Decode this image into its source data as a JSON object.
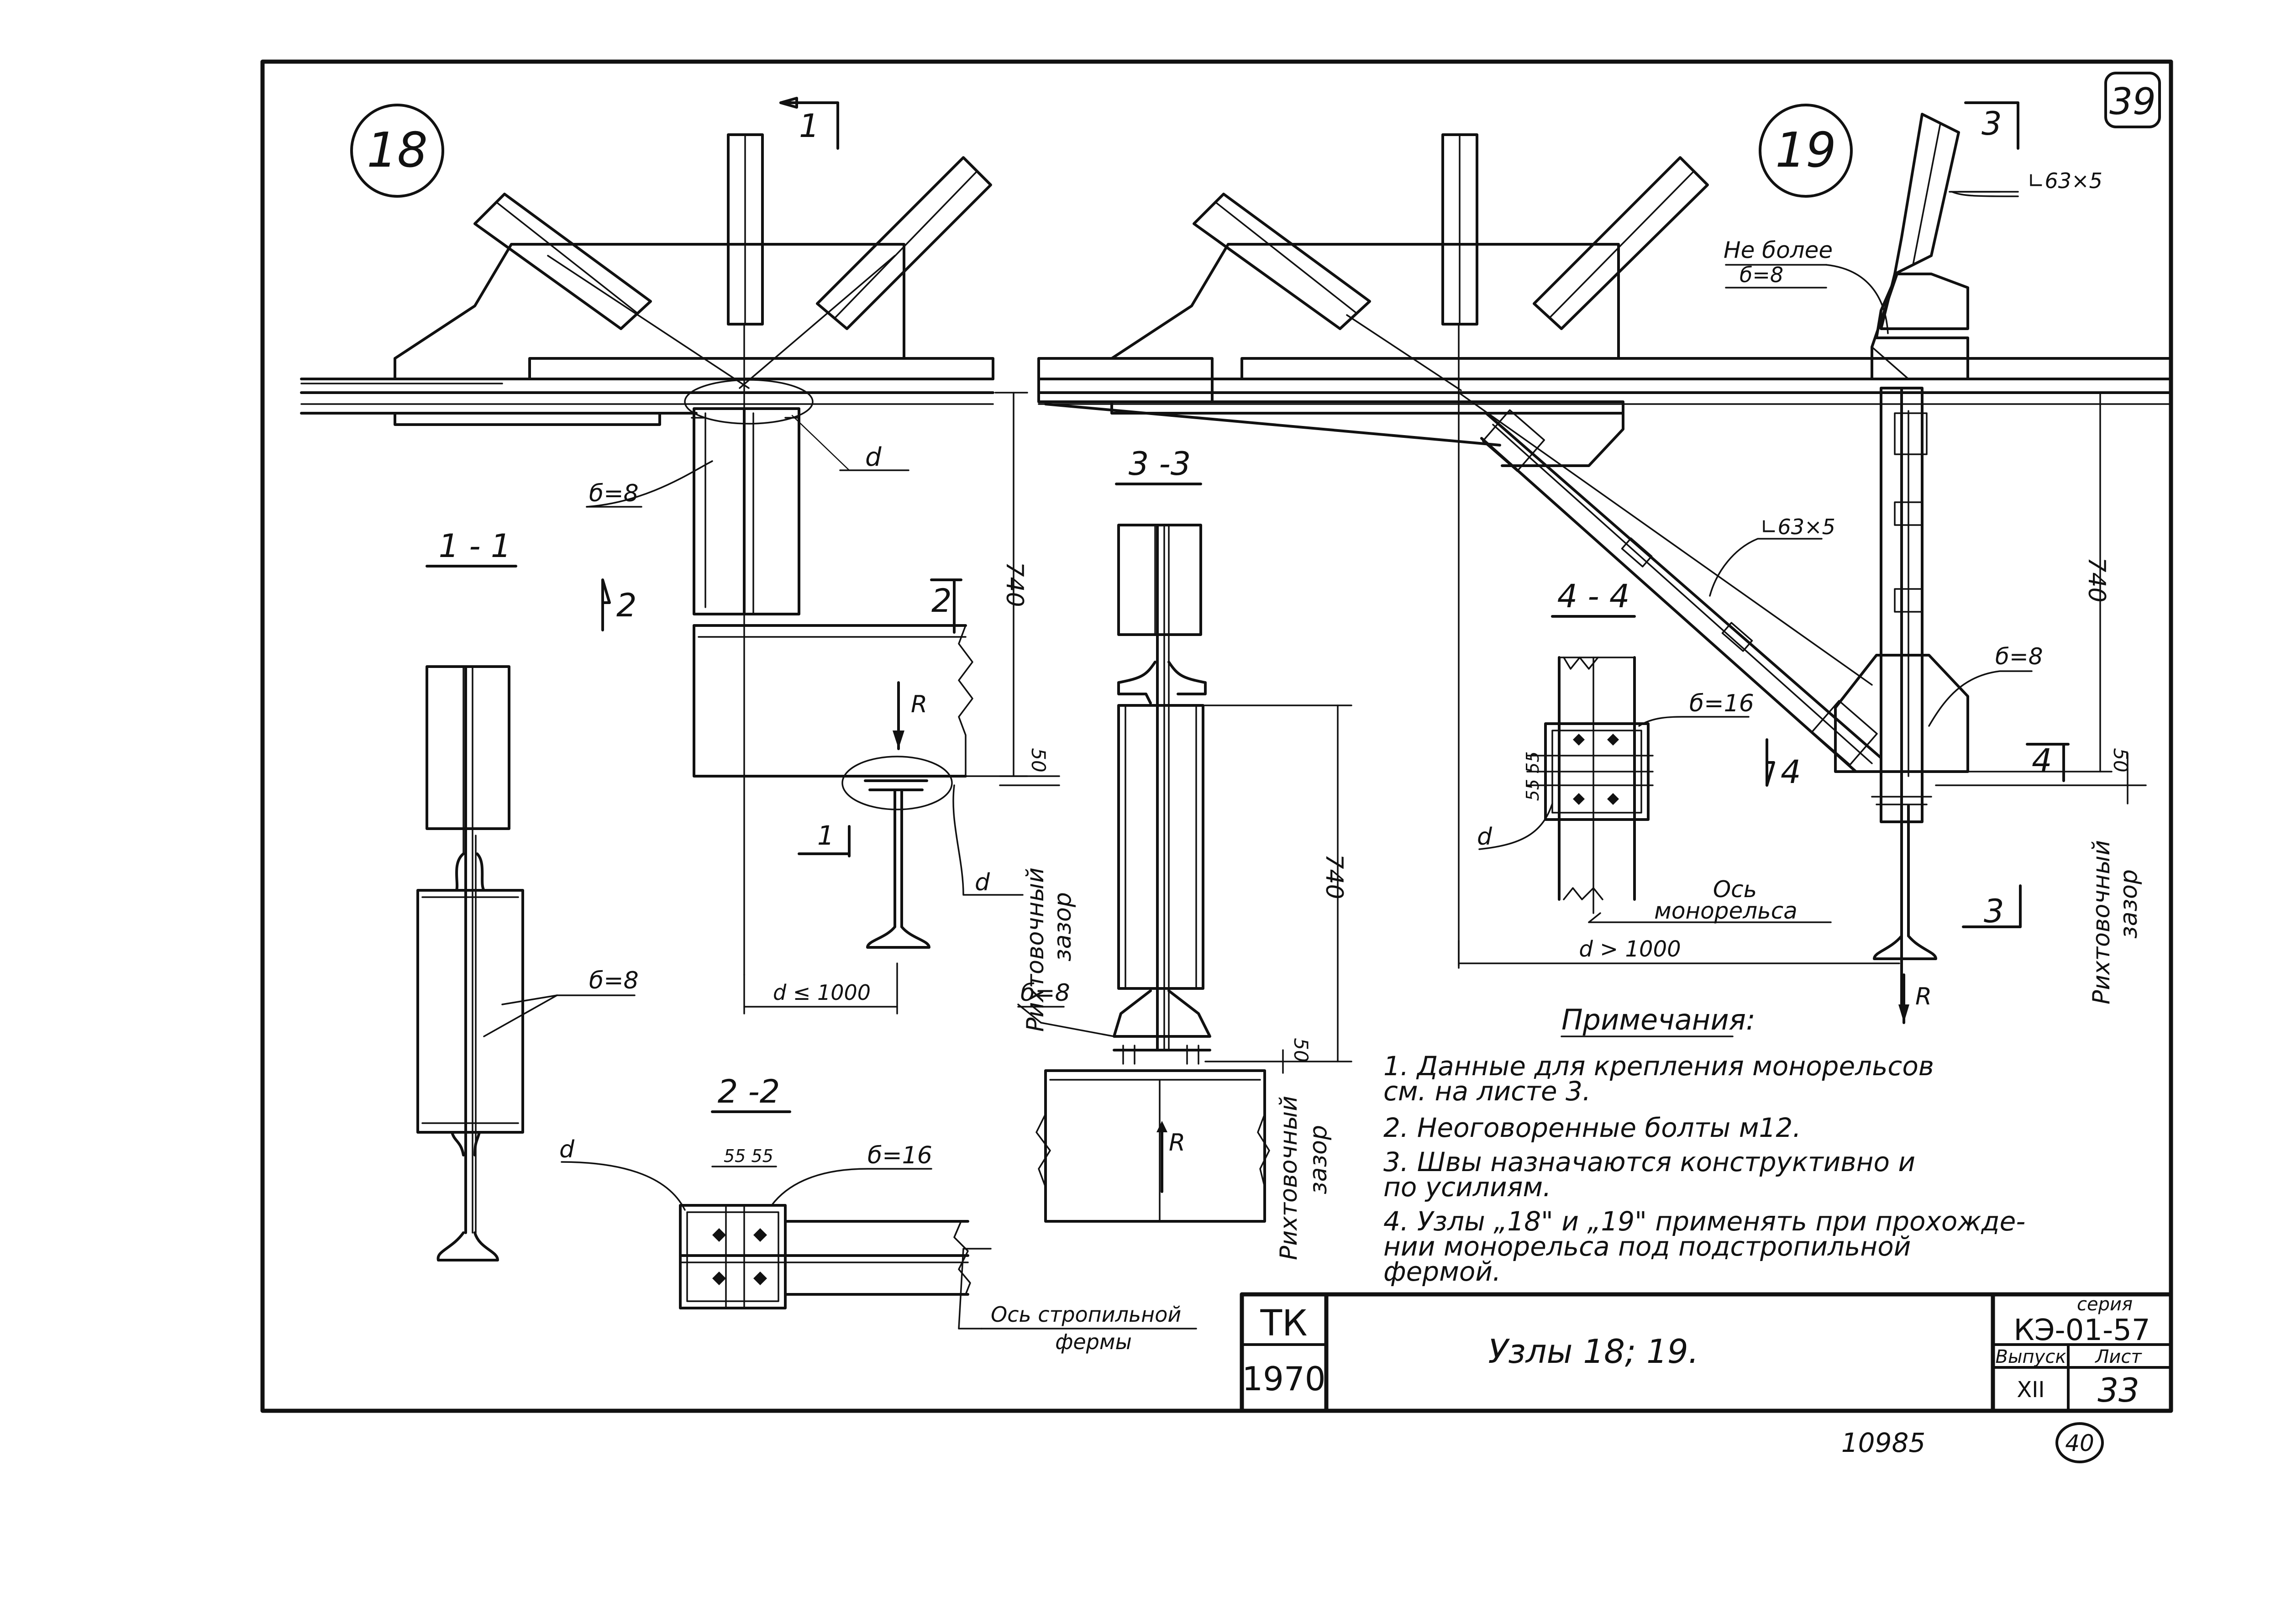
{
  "sheet": {
    "corner_sheet_badge": "39",
    "bottom_stamp": "40",
    "inventory_number": "10985"
  },
  "node_18": {
    "circle_label": "18",
    "section_arrow_top": "1",
    "plate_label": "б=8",
    "weld_label": "d",
    "section_arrow_left": "2",
    "section_arrow_right": "2",
    "dim_vertical": "740",
    "dim_gap": "50",
    "load_label": "R",
    "section_arrow_bottom": "1",
    "gap_label_line1": "Рихтовочный",
    "gap_label_line2": "зазор",
    "weld_label_bottom": "d",
    "dim_horizontal": "d ≤ 1000"
  },
  "section_1_1": {
    "title": "1 - 1",
    "plate_label": "б=8"
  },
  "section_2_2": {
    "title": "2 -2",
    "weld_label": "d",
    "dim_pitch": "55 55",
    "plate_label": "б=16",
    "axis_label_line1": "Ось стропильной",
    "axis_label_line2": "фермы"
  },
  "section_3_3": {
    "title": "3 -3",
    "dim_vertical": "740",
    "plate_label": "б=8",
    "dim_gap": "50",
    "load_label": "R",
    "gap_label_line1": "Рихтовочный",
    "gap_label_line2": "зазор"
  },
  "node_19": {
    "circle_label": "19",
    "section_arrow_top": "3",
    "angle_top": "∟63×5",
    "note_line1": "Не более",
    "note_line2": "б=8",
    "angle_diag": "∟63×5",
    "dim_vertical": "740",
    "plate_label": "б=8",
    "section_arrow_left": "4",
    "section_arrow_right": "4",
    "dim_gap": "50",
    "section_arrow_bottom": "3",
    "load_label": "R",
    "axis_label_line1": "Ось",
    "axis_label_line2": "монорельса",
    "dim_horizontal": "d > 1000",
    "gap_label_line1": "Рихтовочный",
    "gap_label_line2": "зазор"
  },
  "section_4_4": {
    "title": "4 - 4",
    "plate_label": "б=16",
    "dim_pitch": "55 55",
    "weld_label": "d"
  },
  "notes": {
    "heading": "Примечания:",
    "items": [
      "1. Данные для крепления монорельсов",
      "    см. на листе 3.",
      "2. Неоговоренные болты м12.",
      "3. Швы назначаются конструктивно и",
      "    по усилиям.",
      "4. Узлы „18\" и „19\" применять при прохожде-",
      "    нии монорельса под подстропильной",
      "    фермой."
    ]
  },
  "title_block": {
    "org_top": "ТК",
    "org_year": "1970",
    "title": "Узлы 18; 19.",
    "series_caption": "серия",
    "series_value": "КЭ-01-57",
    "issue_caption": "Выпуск",
    "issue_value": "XII",
    "sheet_caption": "Лист",
    "sheet_value": "33"
  }
}
